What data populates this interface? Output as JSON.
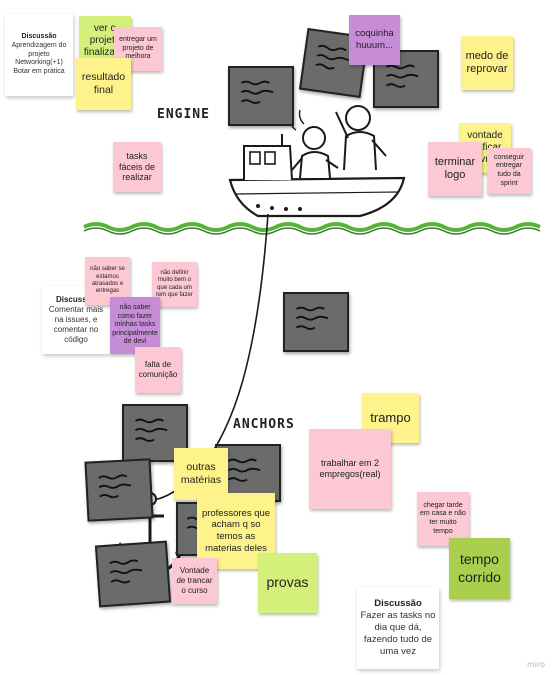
{
  "labels": {
    "engine": "ENGINE",
    "anchors": "ANCHORS",
    "brand": "miro"
  },
  "colors": {
    "yellow": "#fdf38a",
    "pink": "#fbc8d3",
    "lime": "#d4ef7a",
    "purple": "#c68cd6",
    "grey_card": "#6b6b6b",
    "water": "#58b33e"
  },
  "discussions": [
    {
      "title": "Discussão",
      "text": "Aprendizagem do projeto Networking(+1) Botar em prática"
    },
    {
      "title": "Discussão",
      "text": "Comentar mais na issues, e comentar no código"
    },
    {
      "title": "Discussão",
      "text": "Fazer as tasks no dia que dá, fazendo tudo de uma vez"
    }
  ],
  "notes": {
    "ver_projeto": "ver o projeto finalizado",
    "entregar_projeto": "entregar um projeto de melhora",
    "resultado_final": "resultado final",
    "coquinha": "coquinha huuum...",
    "medo_reprovar": "medo de reprovar",
    "vontade_ficar": "vontade de ficar livre",
    "terminar_logo": "terminar logo",
    "conseguir_entregar": "conseguir entregar tudo da sprint",
    "tasks_faceis": "tasks fáceis de realizar",
    "nao_saber": "não saber se estamos atrasados e entregas",
    "nao_definir": "não definir muito bem o que cada um tem que fazer",
    "nao_saber_fazer": "não saber como fazer minhas tasks principalmente de devi",
    "falta_comunicao": "falta de comunição",
    "trampo": "trampo",
    "trabalhar": "trabalhar em 2 empregos(real)",
    "outras_materias": "outras matérias",
    "professores": "professores que acham q so temos as materias deles",
    "chegar_tarde": "chegar tarde em casa e não ter muito tempo",
    "tempo_corrido": "tempo corrido",
    "vontade_trancar": "Vontade de trancar o curso",
    "provas": "provas"
  }
}
